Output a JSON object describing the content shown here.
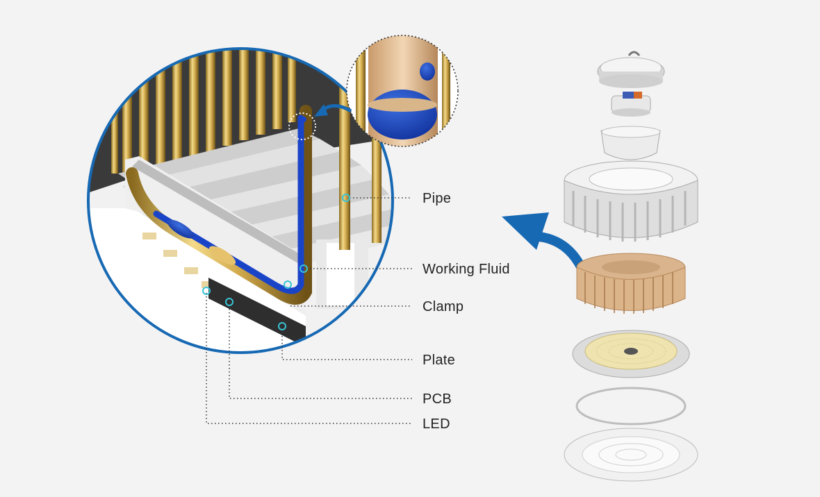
{
  "callouts": [
    {
      "id": "pipe",
      "label": "Pipe"
    },
    {
      "id": "working-fluid",
      "label": "Working Fluid"
    },
    {
      "id": "clamp",
      "label": "Clamp"
    },
    {
      "id": "plate",
      "label": "Plate"
    },
    {
      "id": "pcb",
      "label": "PCB"
    },
    {
      "id": "led",
      "label": "LED"
    }
  ],
  "colors": {
    "background": "#f4f3f4",
    "circle_border": "#1769b3",
    "arrow": "#1769b3",
    "fluid": "#1a44c8",
    "pipe_gold": "#c9a44a",
    "marker": "#38c3d6",
    "leader_line": "#333333"
  }
}
